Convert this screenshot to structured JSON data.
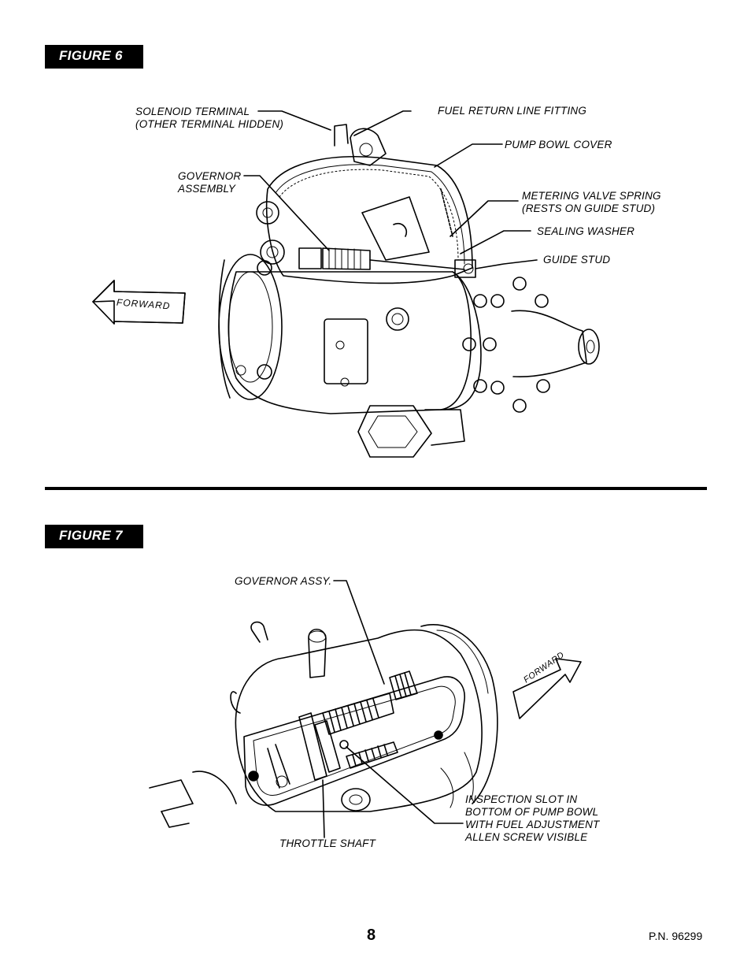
{
  "figure6": {
    "label": "FIGURE 6",
    "callouts": {
      "solenoid_terminal": "SOLENOID TERMINAL\n(OTHER TERMINAL HIDDEN)",
      "fuel_return": "FUEL RETURN LINE FITTING",
      "pump_bowl_cover": "PUMP BOWL COVER",
      "governor_assembly": "GOVERNOR\nASSEMBLY",
      "metering_valve_spring": "METERING VALVE SPRING\n(RESTS ON GUIDE STUD)",
      "sealing_washer": "SEALING WASHER",
      "guide_stud": "GUIDE STUD"
    },
    "forward_arrow": "FORWARD"
  },
  "figure7": {
    "label": "FIGURE 7",
    "callouts": {
      "governor_assy": "GOVERNOR ASSY.",
      "throttle_shaft": "THROTTLE SHAFT",
      "inspection_slot": "INSPECTION SLOT IN\nBOTTOM OF PUMP BOWL\nWITH FUEL ADJUSTMENT\nALLEN SCREW VISIBLE"
    },
    "forward_arrow": "FORWARD"
  },
  "footer": {
    "page_number": "8",
    "part_number": "P.N. 96299"
  }
}
